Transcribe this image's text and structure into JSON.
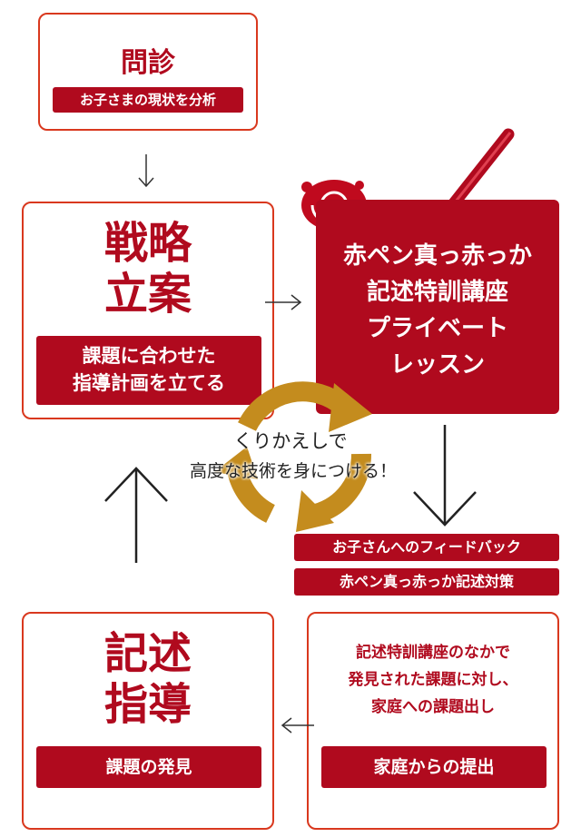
{
  "colors": {
    "accent": "#b00a1e",
    "border": "#d9381e",
    "cycle": "#c48c1e"
  },
  "step1": {
    "title": "問診",
    "pill": "お子さまの現状を分析"
  },
  "step2": {
    "title_line1": "戦略",
    "title_line2": "立案",
    "pill_line1": "課題に合わせた",
    "pill_line2": "指導計画を立てる"
  },
  "lesson": {
    "line1": "赤ペン真っ赤っか",
    "line2": "記述特訓講座",
    "line3": "プライベート",
    "line4": "レッスン"
  },
  "cycle": {
    "line1": "くりかえしで",
    "line2": "高度な技術を身につける！"
  },
  "feedback": {
    "tag1": "お子さんへのフィードバック",
    "tag2": "赤ペン真っ赤っか記述対策"
  },
  "step3": {
    "line1": "記述特訓講座のなかで",
    "line2": "発見された課題に対し、",
    "line3": "家庭への課題出し",
    "pill": "家庭からの提出"
  },
  "step4": {
    "title_line1": "記述",
    "title_line2": "指導",
    "pill": "課題の発見"
  }
}
